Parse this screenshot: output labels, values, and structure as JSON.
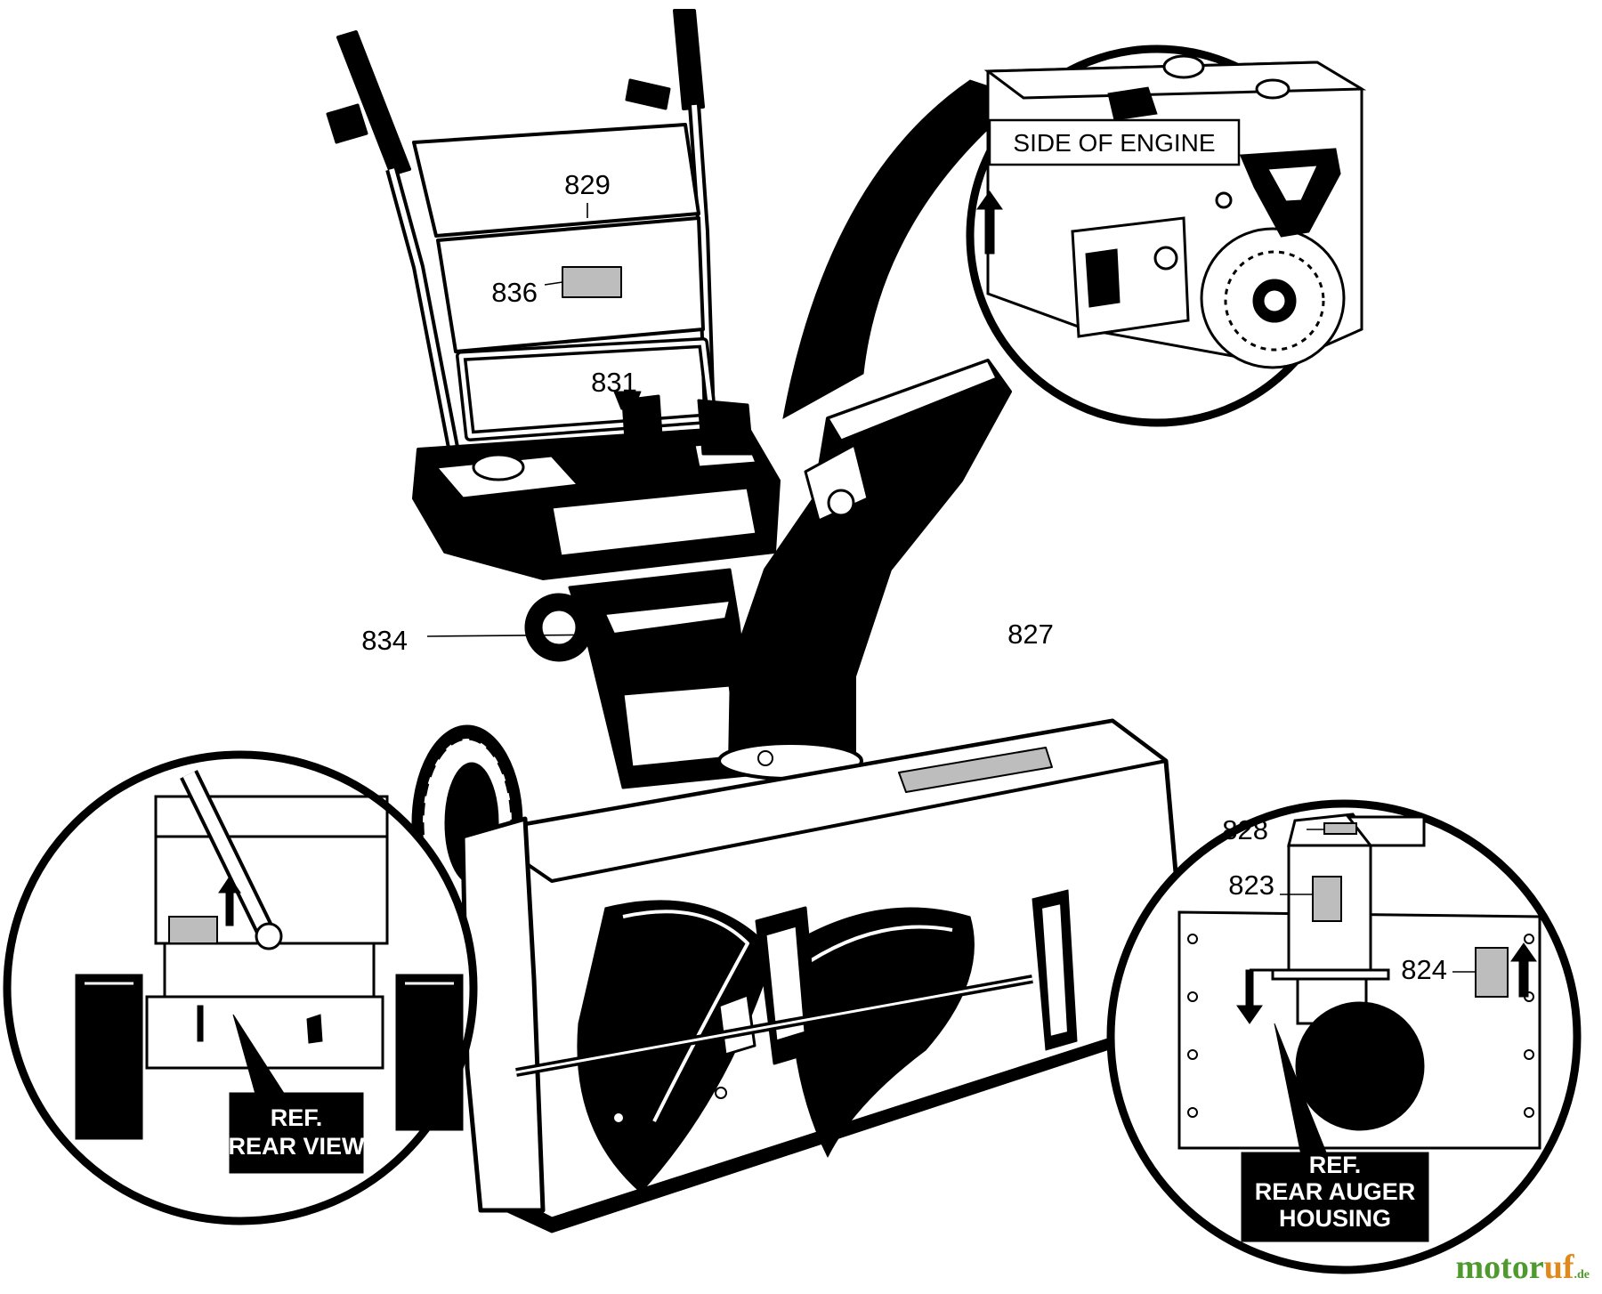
{
  "labels": {
    "p829": "829",
    "p836": "836",
    "p831": "831",
    "p834": "834",
    "p827": "827",
    "p828": "828",
    "p823": "823",
    "p824": "824"
  },
  "callouts": {
    "side_of_engine": "SIDE OF ENGINE",
    "rear_view_line1": "REF.",
    "rear_view_line2": "REAR VIEW",
    "auger_line1": "REF.",
    "auger_line2": "REAR AUGER",
    "auger_line3": "HOUSING"
  },
  "watermark": {
    "part1": "motor",
    "part2": "uf",
    "part3": ".de"
  },
  "colors": {
    "ink": "#000000",
    "decal": "#bdbdbd",
    "watermark_green": "#4f9a2f",
    "watermark_orange": "#e08a1e"
  }
}
